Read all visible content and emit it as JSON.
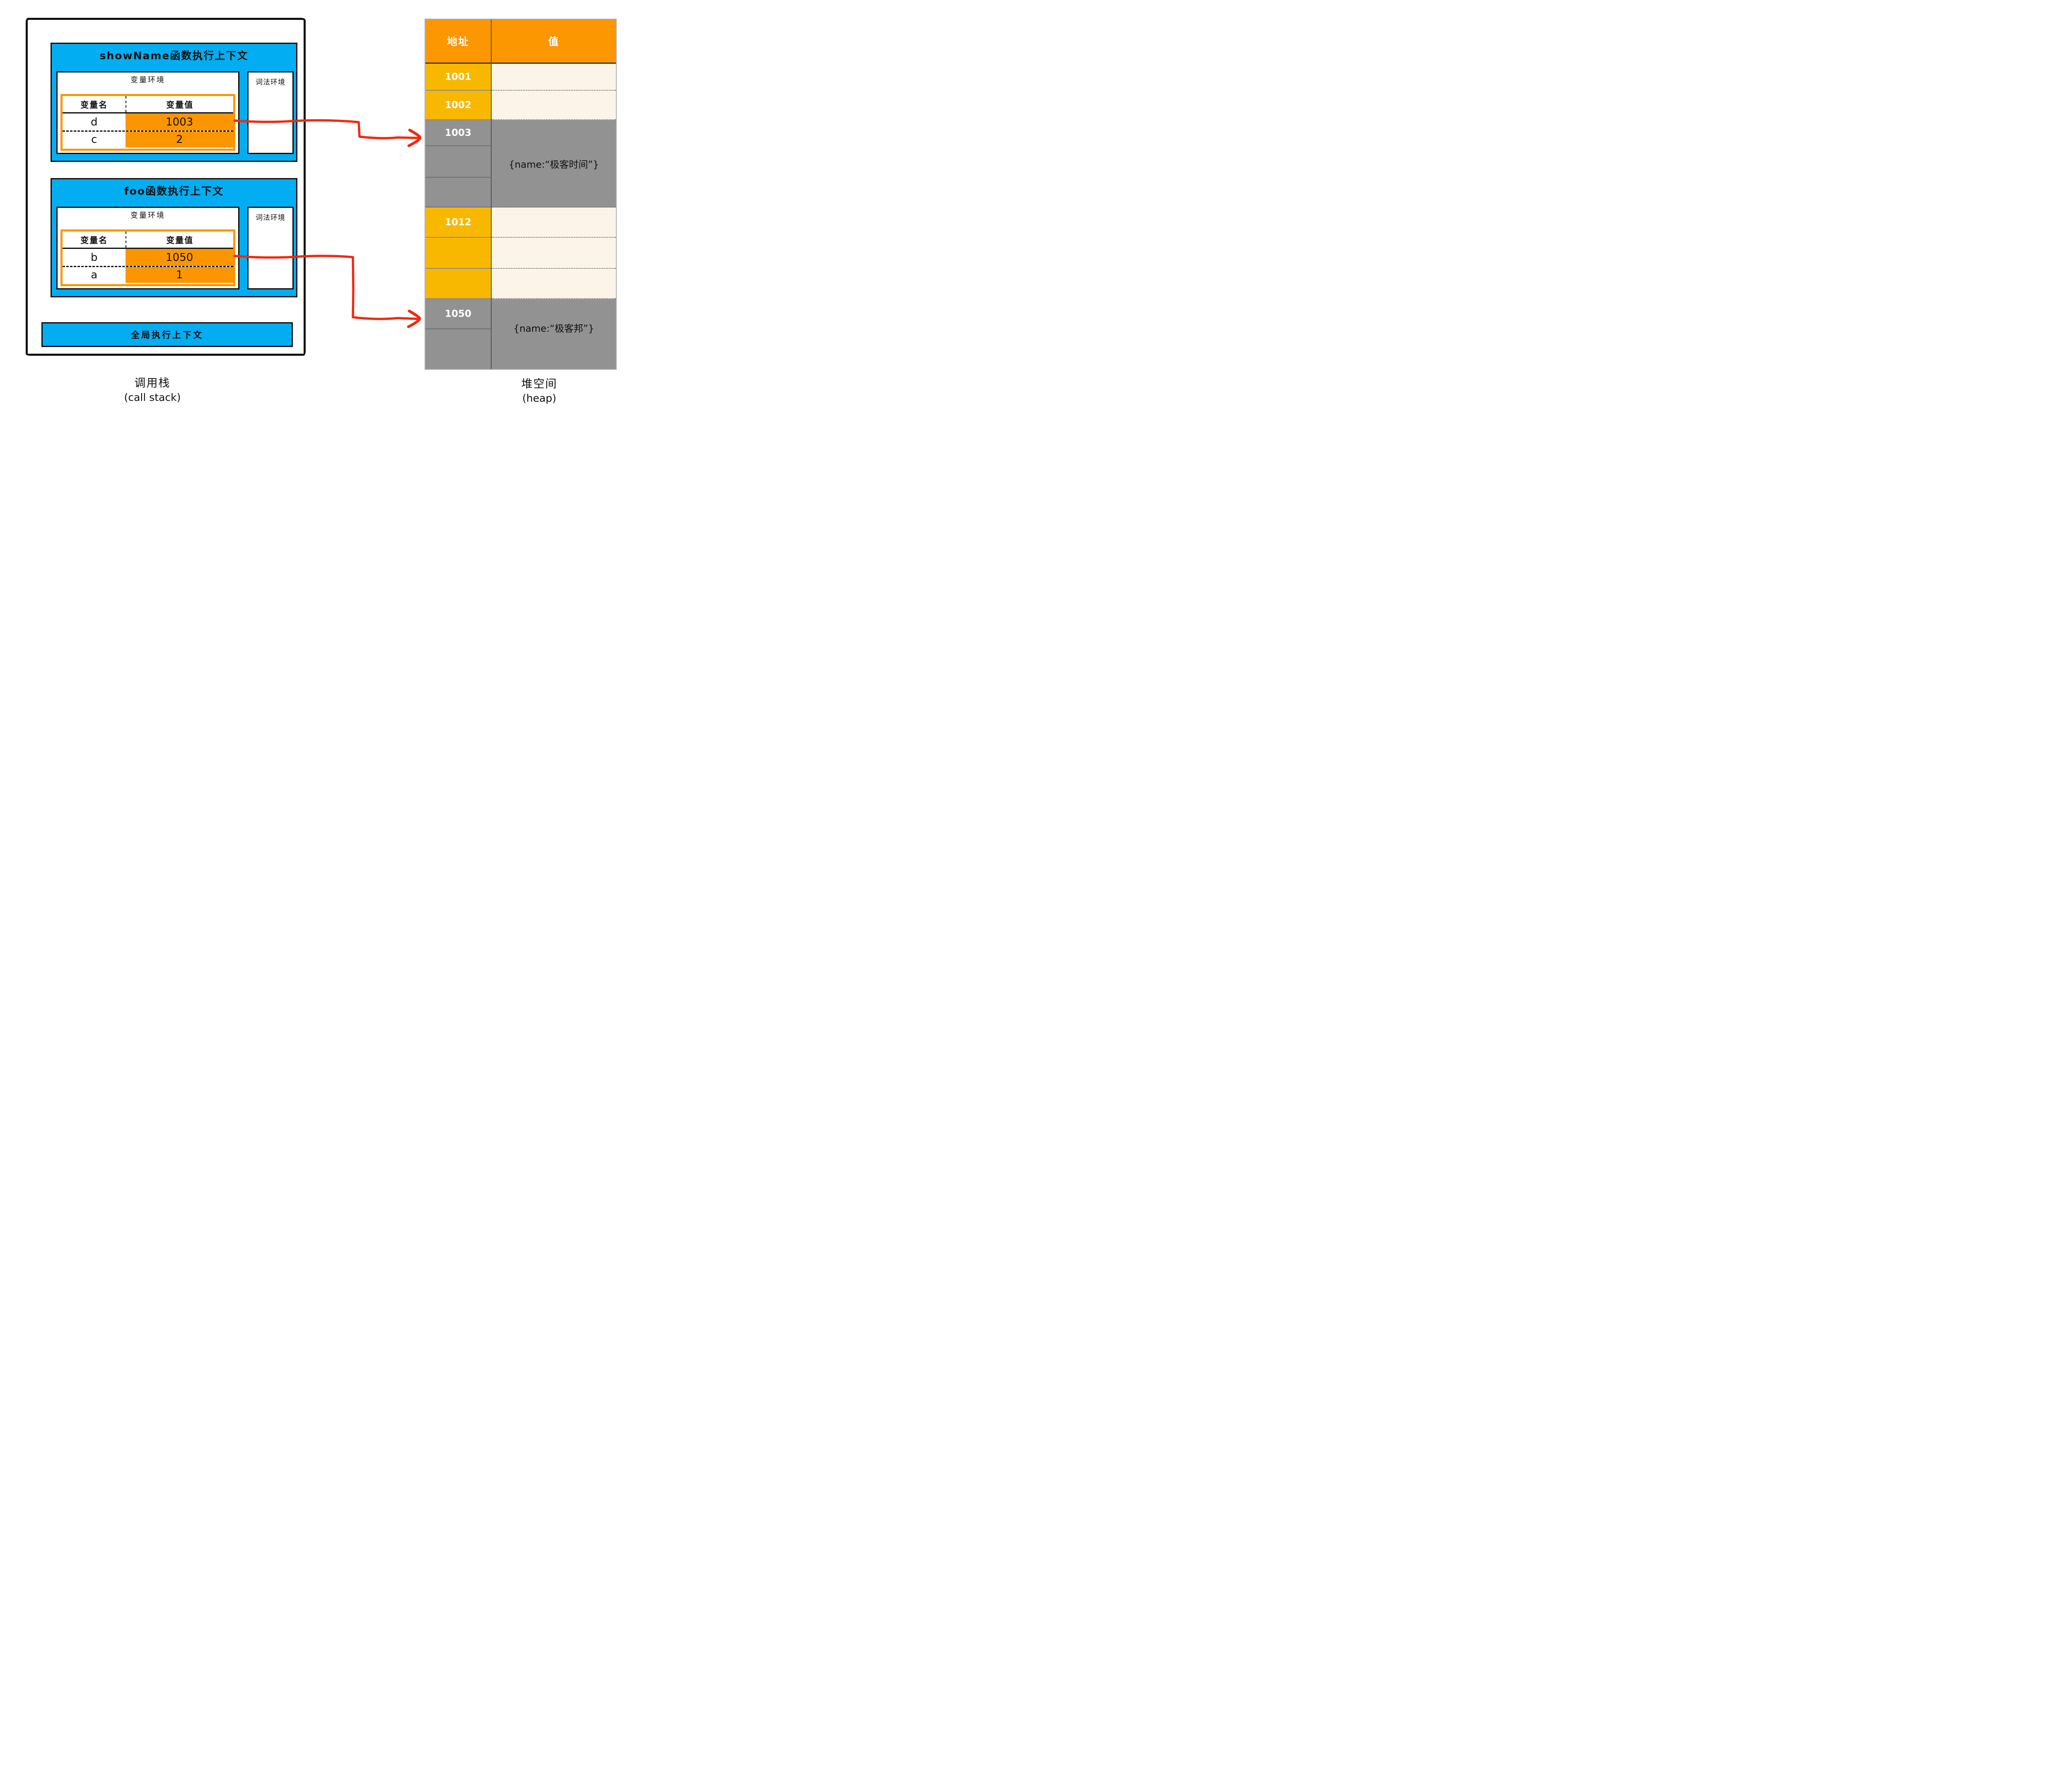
{
  "colors": {
    "blue": "#03ADF2",
    "orange": "#FB9601",
    "heap_header_orange": "#FC9601",
    "address_yellow": "#F9B800",
    "gray": "#929292",
    "cream": "#FDF4E9",
    "arrow_red": "#EF2A11"
  },
  "call_stack": {
    "caption": "调用栈",
    "caption_en": "(call stack)",
    "global_context": "全局执行上下文",
    "frames": [
      {
        "title": "showName函数执行上下文",
        "var_env": "变量环境",
        "lex_env": "词法环境",
        "col_name": "变量名",
        "col_value": "变量值",
        "rows": [
          {
            "name": "d",
            "value": "1003"
          },
          {
            "name": "c",
            "value": "2"
          }
        ]
      },
      {
        "title": "foo函数执行上下文",
        "var_env": "变量环境",
        "lex_env": "词法环境",
        "col_name": "变量名",
        "col_value": "变量值",
        "rows": [
          {
            "name": "b",
            "value": "1050"
          },
          {
            "name": "a",
            "value": "1"
          }
        ]
      }
    ]
  },
  "heap": {
    "caption": "堆空间",
    "caption_en": "(heap)",
    "col_address": "地址",
    "col_value": "值",
    "addresses": [
      "1001",
      "1002",
      "1003",
      "",
      "",
      "1012",
      "",
      "",
      "1050",
      ""
    ],
    "objects": [
      {
        "at": "1003",
        "value": "{name:“极客时间”}"
      },
      {
        "at": "1050",
        "value": "{name:“极客邦”}"
      }
    ]
  }
}
